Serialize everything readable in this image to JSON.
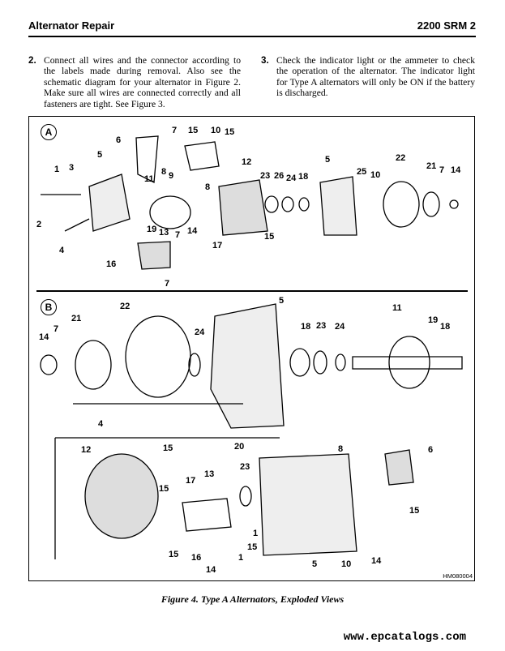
{
  "header": {
    "section": "Alternator Repair",
    "manual": "2200 SRM 2"
  },
  "steps": [
    {
      "number": "2.",
      "text": "Connect all wires and the connector according to the labels made during removal. Also see the schematic diagram for your alternator in Figure 2. Make sure all wires are connected correctly and all fasteners are tight. See Figure 3."
    },
    {
      "number": "3.",
      "text": "Check the indicator light or the ammeter to check the operation of the alternator. The indicator light for Type A alternators will only be ON if the battery is discharged."
    }
  ],
  "figure": {
    "panels": [
      "A",
      "B"
    ],
    "callouts_a": [
      "6",
      "7",
      "15",
      "10",
      "15",
      "5",
      "9",
      "8",
      "12",
      "1",
      "3",
      "11",
      "8",
      "23",
      "26",
      "24",
      "18",
      "5",
      "25",
      "10",
      "22",
      "21",
      "7",
      "14",
      "2",
      "19",
      "13",
      "7",
      "14",
      "15",
      "4",
      "16",
      "17",
      "7"
    ],
    "callouts_b": [
      "14",
      "7",
      "21",
      "22",
      "24",
      "5",
      "18",
      "23",
      "24",
      "11",
      "19",
      "18",
      "4",
      "12",
      "15",
      "20",
      "8",
      "6",
      "13",
      "23",
      "17",
      "15",
      "1",
      "15",
      "15",
      "16",
      "1",
      "15",
      "5",
      "10",
      "14",
      "14"
    ],
    "code": "HM080004",
    "caption": "Figure 4. Type A Alternators, Exploded Views"
  },
  "watermark": "www.epcatalogs.com"
}
